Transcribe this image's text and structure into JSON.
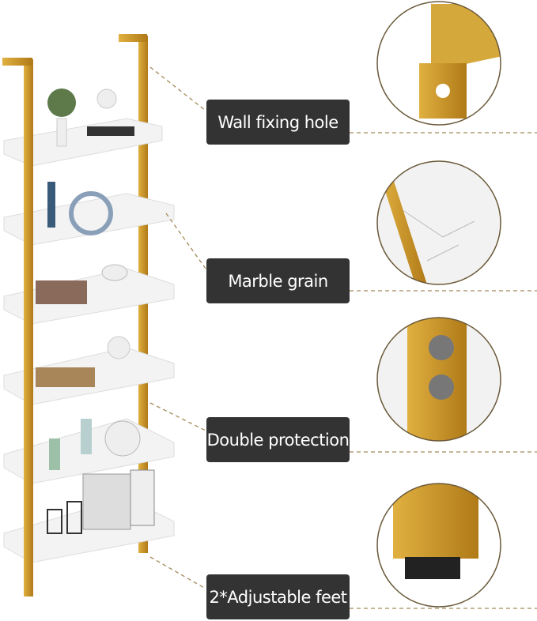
{
  "callouts": [
    {
      "label": "Wall fixing hole"
    },
    {
      "label": "Marble grain"
    },
    {
      "label": "Double protection"
    },
    {
      "label": "2*Adjustable feet"
    }
  ],
  "colors": {
    "gold": "#c8962a",
    "label_bg": "#333333",
    "marble": "#f2f2f2",
    "dash": "#a58a5a"
  }
}
